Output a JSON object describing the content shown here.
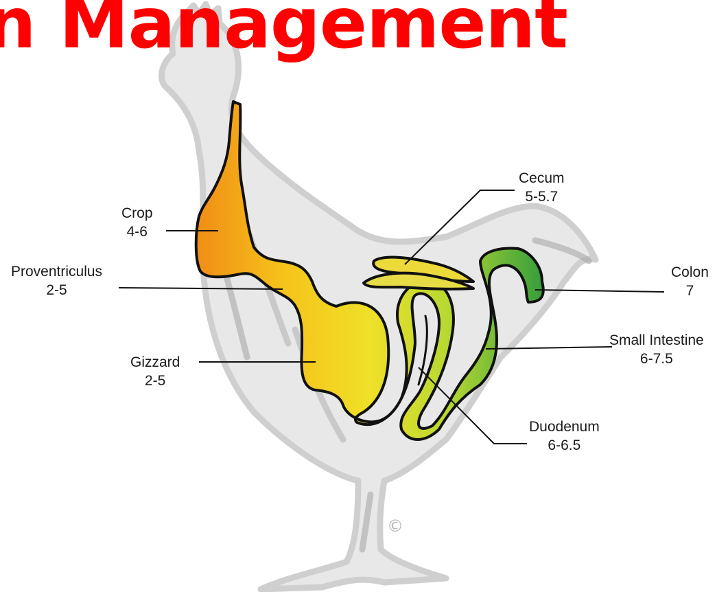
{
  "title": "n Management",
  "copyright": "©",
  "colors": {
    "title": "#ff0000",
    "silhouette": "#bdbdbd",
    "tract_start": "#f08a16",
    "tract_mid": "#f0d31e",
    "tract_end": "#2e9a3c"
  },
  "labels": {
    "crop": {
      "name": "Crop",
      "value": "4-6"
    },
    "proventriculus": {
      "name": "Proventriculus",
      "value": "2-5"
    },
    "gizzard": {
      "name": "Gizzard",
      "value": "2-5"
    },
    "cecum": {
      "name": "Cecum",
      "value": "5-5.7"
    },
    "colon": {
      "name": "Colon",
      "value": "7"
    },
    "small_intestine": {
      "name": "Small Intestine",
      "value": "6-7.5"
    },
    "duodenum": {
      "name": "Duodenum",
      "value": "6-6.5"
    }
  }
}
